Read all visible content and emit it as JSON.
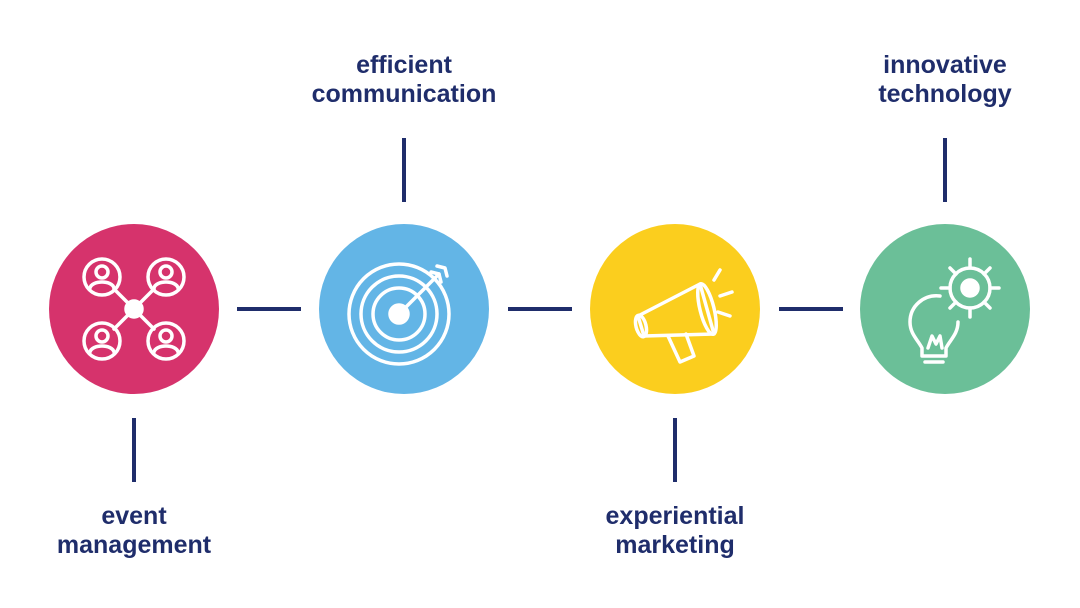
{
  "steps": [
    {
      "id": "event-management",
      "label_line1": "event",
      "label_line2": "management",
      "color": "#d6336c",
      "icon": "people-network-icon",
      "label_position": "below"
    },
    {
      "id": "efficient-communication",
      "label_line1": "efficient",
      "label_line2": "communication",
      "color": "#63b5e6",
      "icon": "target-arrow-icon",
      "label_position": "above"
    },
    {
      "id": "experiential-marketing",
      "label_line1": "experiential",
      "label_line2": "marketing",
      "color": "#fbce1e",
      "icon": "megaphone-icon",
      "label_position": "below"
    },
    {
      "id": "innovative-technology",
      "label_line1": "innovative",
      "label_line2": "technology",
      "color": "#6bbf98",
      "icon": "lightbulb-gear-icon",
      "label_position": "above"
    }
  ],
  "connector_color": "#1f2d6b",
  "text_color": "#1f2d6b"
}
